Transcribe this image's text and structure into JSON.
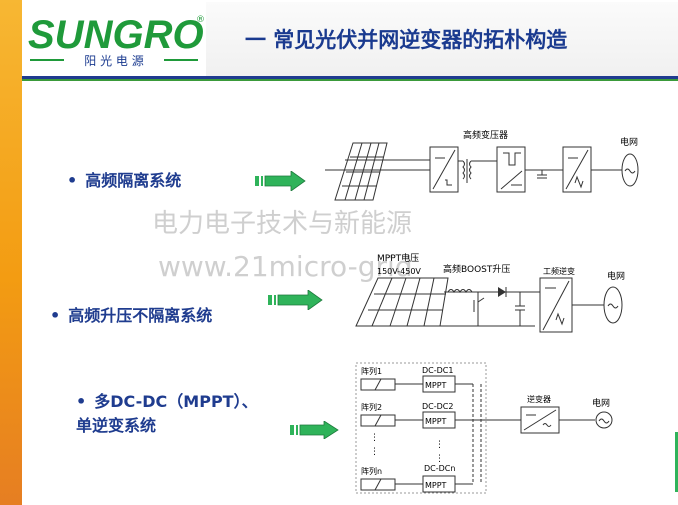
{
  "header": {
    "brand": "SUNGROW",
    "brand_trademark": "®",
    "brand_sub": "阳 光 电 源",
    "title": "一 常见光伏并网逆变器的拓朴构造"
  },
  "bullets": [
    {
      "text": "高频隔离系统"
    },
    {
      "text": "高频升压不隔离系统"
    },
    {
      "line1": "多DC-DC（MPPT）、",
      "line2": "单逆变系统"
    }
  ],
  "watermark": {
    "line1": "电力电子技术与新能源",
    "line2": "www.21micro-grid"
  },
  "diagram1": {
    "transformer_label": "高频变压器",
    "grid_label": "电网"
  },
  "diagram2": {
    "mppt_label": "MPPT电压",
    "voltage_range": "150V-450V",
    "boost_label": "高频BOOST升压",
    "inverter_label": "工频逆变",
    "grid_label": "电网"
  },
  "diagram3": {
    "arrays": [
      "阵列1",
      "阵列2",
      "阵列n"
    ],
    "dcdc": [
      "DC-DC1",
      "DC-DC2",
      "DC-DCn"
    ],
    "mppt_box": "MPPT",
    "inverter_label": "逆变器",
    "grid_label": "电网"
  },
  "colors": {
    "title": "#1a3a8f",
    "bullet": "#1f3c8f",
    "arrow": "#2fb35a",
    "sidebar": "#f39c12",
    "logo": "#1f9a3a"
  }
}
